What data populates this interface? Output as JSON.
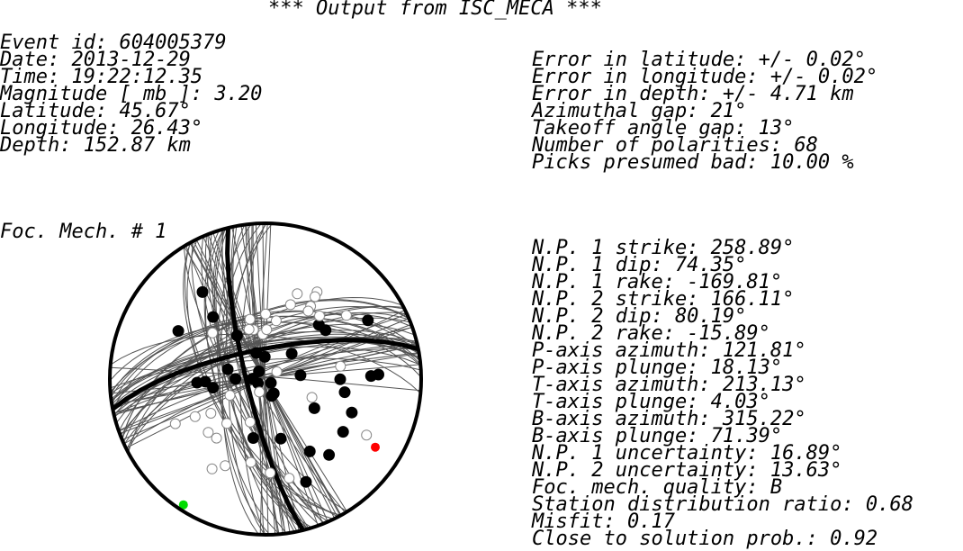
{
  "title": "*** Output from ISC_MECA ***",
  "event": {
    "event_id": "Event id: 604005379",
    "date": "Date: 2013-12-29",
    "time": "Time: 19:22:12.35",
    "magnitude": "Magnitude [ mb ]: 3.20",
    "latitude": "Latitude: 45.67°",
    "longitude": "Longitude: 26.43°",
    "depth": "Depth: 152.87 km"
  },
  "errors": {
    "lat_error": "Error in latitude: +/- 0.02°",
    "lon_error": "Error in longitude: +/- 0.02°",
    "depth_error": "Error in depth: +/- 4.71 km",
    "azimuthal_gap": "Azimuthal gap: 21°",
    "takeoff_gap": "Takeoff angle gap: 13°",
    "num_polarities": "Number of polarities: 68",
    "bad_picks": "Picks presumed bad: 10.00 %"
  },
  "focal_mechanism": {
    "label": "Foc. Mech. # 1",
    "np1_strike": "N.P. 1 strike: 258.89°",
    "np1_dip": "N.P. 1 dip: 74.35°",
    "np1_rake": "N.P. 1 rake: -169.81°",
    "np2_strike": "N.P. 2 strike: 166.11°",
    "np2_dip": "N.P. 2 dip: 80.19°",
    "np2_rake": "N.P. 2 rake: -15.89°",
    "p_azimuth": "P-axis azimuth: 121.81°",
    "p_plunge": "P-axis plunge: 18.13°",
    "t_azimuth": "T-axis azimuth: 213.13°",
    "t_plunge": "T-axis plunge: 4.03°",
    "b_azimuth": "B-axis azimuth: 315.22°",
    "b_plunge": "B-axis plunge: 71.39°",
    "np1_uncertainty": "N.P. 1 uncertainty: 16.89°",
    "np2_uncertainty": "N.P. 2 uncertainty: 13.63°",
    "quality": "Foc. mech. quality: B",
    "station_ratio": "Station distribution ratio: 0.68",
    "misfit": "Misfit: 0.17",
    "close_prob": "Close to solution prob.: 0.92"
  },
  "beachball": {
    "np1": {
      "strike": 258.89,
      "dip": 74.35
    },
    "np2": {
      "strike": 166.11,
      "dip": 80.19
    },
    "p_axis": {
      "azimuth": 121.81,
      "plunge": 18.13,
      "color": "#ff0000"
    },
    "t_axis": {
      "azimuth": 213.13,
      "plunge": 4.03,
      "color": "#00dd00"
    },
    "colors": {
      "outline": "#000000",
      "nodal_plane": "#000000",
      "alt_planes": "#555555",
      "compression": "#000000",
      "dilatation": "#ffffff"
    }
  }
}
